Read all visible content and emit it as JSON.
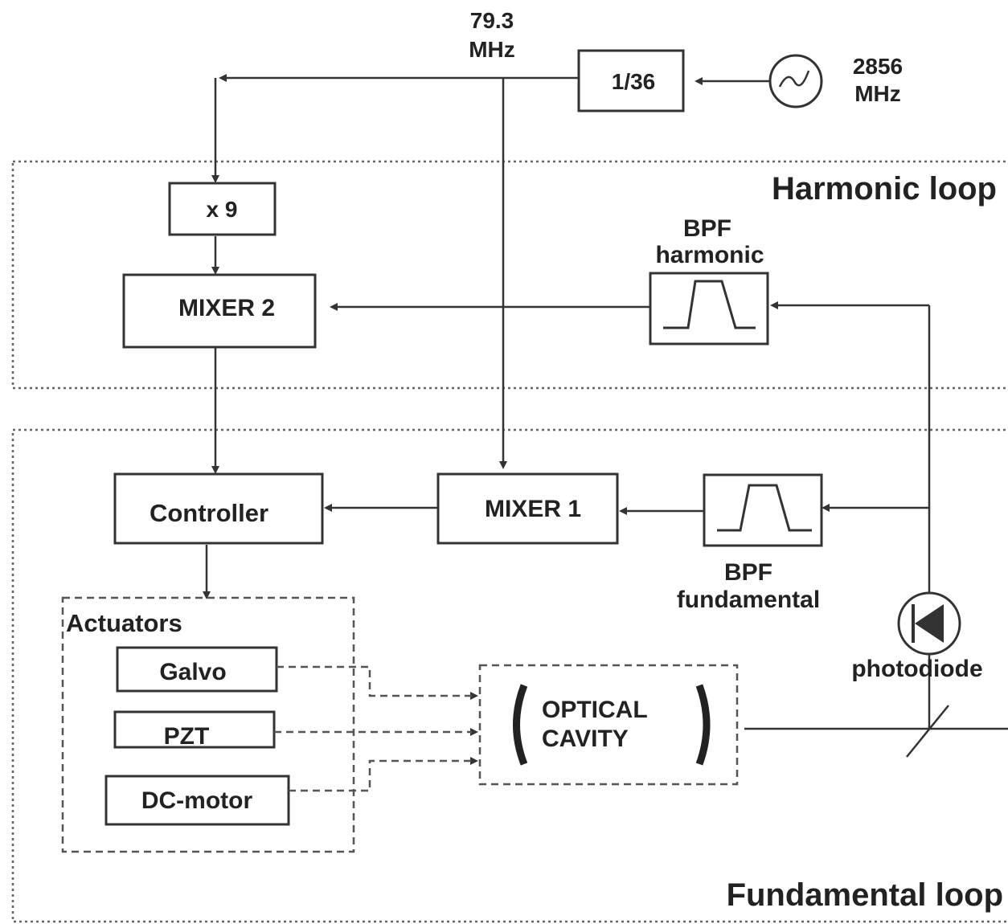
{
  "source": {
    "freq_value": "2856",
    "freq_unit": "MHz"
  },
  "divider": {
    "label": "1/36"
  },
  "ref": {
    "freq_value": "79.3",
    "freq_unit": "MHz"
  },
  "multiplier": {
    "label": "x 9"
  },
  "mixer2": {
    "label": "MIXER 2"
  },
  "mixer1": {
    "label": "MIXER 1"
  },
  "controller": {
    "label": "Controller"
  },
  "bpf_harmonic": {
    "title": "BPF",
    "subtitle": "harmonic"
  },
  "bpf_fundamental": {
    "title": "BPF",
    "subtitle": "fundamental"
  },
  "actuators": {
    "title": "Actuators",
    "galvo": "Galvo",
    "pzt": "PZT",
    "dcmotor": "DC-motor"
  },
  "cavity": {
    "line1": "OPTICAL",
    "line2": "CAVITY"
  },
  "photodiode": {
    "label": "photodiode"
  },
  "loops": {
    "harmonic": "Harmonic loop",
    "fundamental": "Fundamental loop"
  }
}
